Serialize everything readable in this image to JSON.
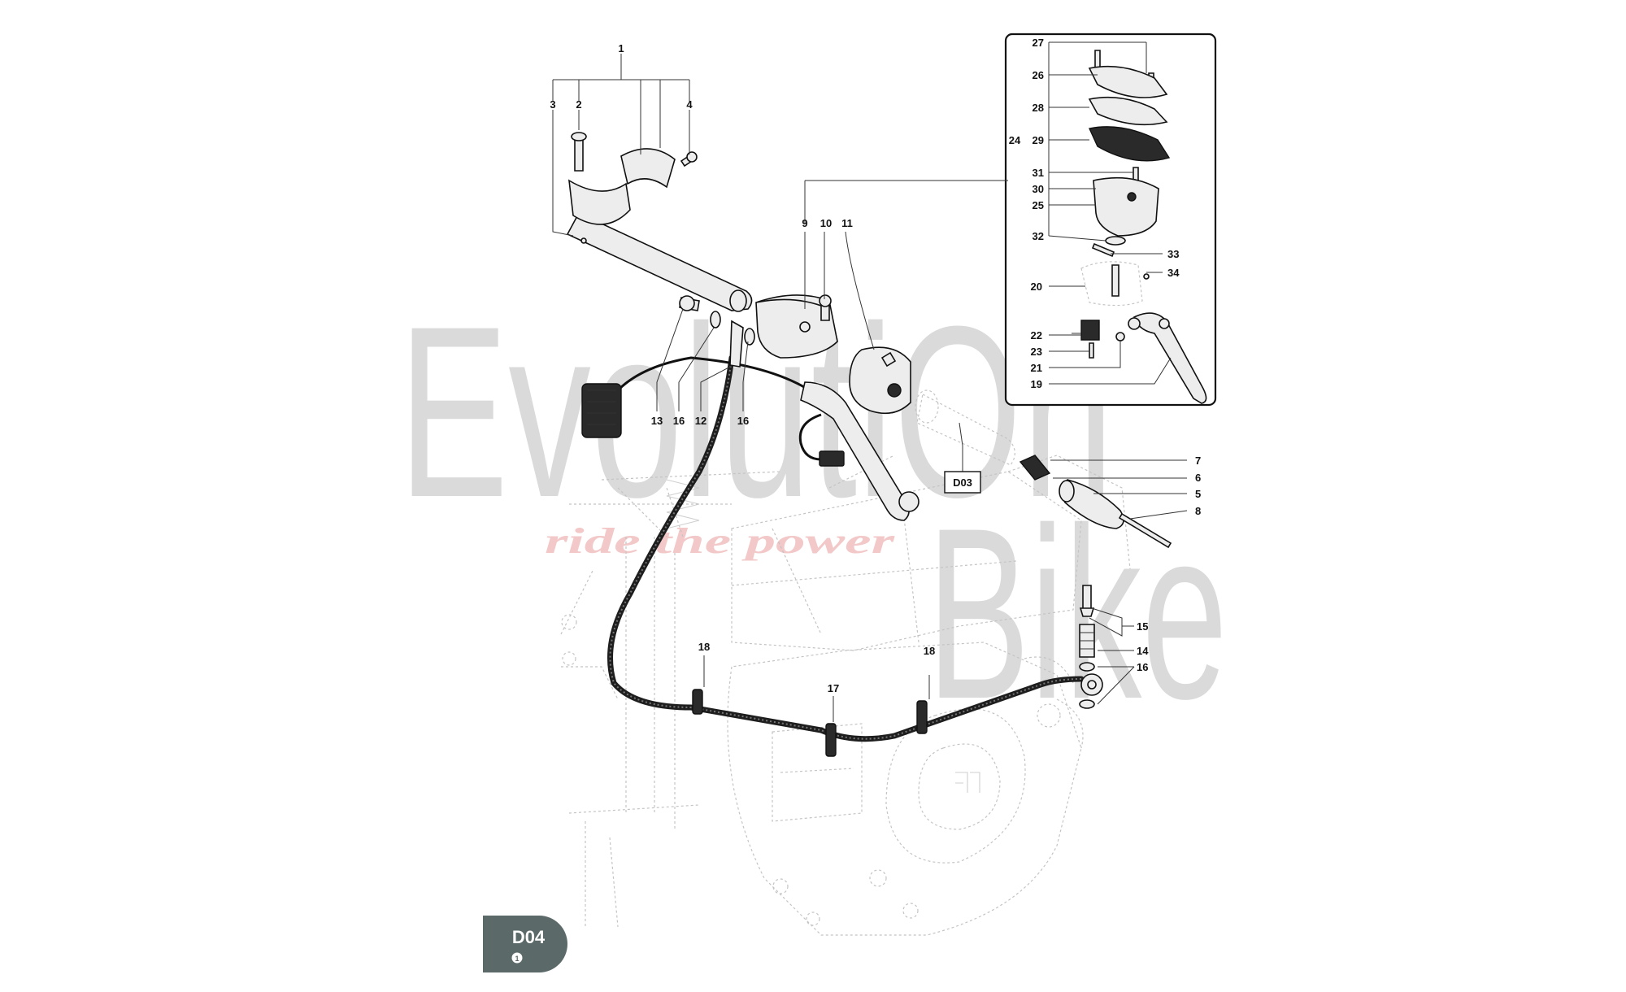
{
  "watermark": {
    "text_top": "EvolutiOn",
    "text_bottom": "Bike",
    "tagline": "ride the power"
  },
  "badge": {
    "code": "D04",
    "revision": "1",
    "color": "#5b6968"
  },
  "reference_box": {
    "label": "D03"
  },
  "callouts": {
    "c1": "1",
    "c2": "2",
    "c3": "3",
    "c4": "4",
    "c5": "5",
    "c6": "6",
    "c7": "7",
    "c8": "8",
    "c9": "9",
    "c10": "10",
    "c11": "11",
    "c12": "12",
    "c13": "13",
    "c14": "14",
    "c15": "15",
    "c16": "16",
    "c17": "17",
    "c18": "18",
    "c19": "19",
    "c20": "20",
    "c21": "21",
    "c22": "22",
    "c23": "23",
    "c24": "24",
    "c25": "25",
    "c26": "26",
    "c27": "27",
    "c28": "28",
    "c29": "29",
    "c30": "30",
    "c31": "31",
    "c32": "32",
    "c33": "33",
    "c34": "34"
  },
  "colors": {
    "ink": "#111111",
    "watermark_gray": "#d2d2d2",
    "watermark_tag": "#f2c8c8",
    "frame_ghost": "#c4c4c4"
  }
}
